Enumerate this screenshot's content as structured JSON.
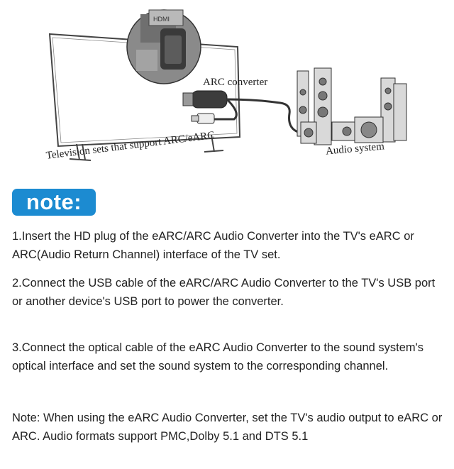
{
  "diagram": {
    "arc_converter_label": "ARC converter",
    "audio_system_label": "Audio system",
    "tv_label": "Television sets that support ARC/eARC",
    "hdmi_port_text": "HDMI"
  },
  "note_badge": "note:",
  "steps": [
    "1.Insert the HD plug of the eARC/ARC Audio Converter into the TV's eARC or ARC(Audio Return Channel) interface of the TV set.",
    "2.Connect the USB cable of the eARC/ARC Audio Converter to the TV's USB port or another device's USB port to power the converter.",
    "3.Connect the optical cable of the eARC Audio Converter to the sound system's optical interface and set the sound system to the corresponding channel."
  ],
  "footnote": "Note: When using the eARC Audio Converter, set the TV's audio output to eARC or ARC. Audio formats support PMC,Dolby 5.1 and DTS 5.1",
  "colors": {
    "badge": "#1c8bd1",
    "text": "#222222"
  }
}
